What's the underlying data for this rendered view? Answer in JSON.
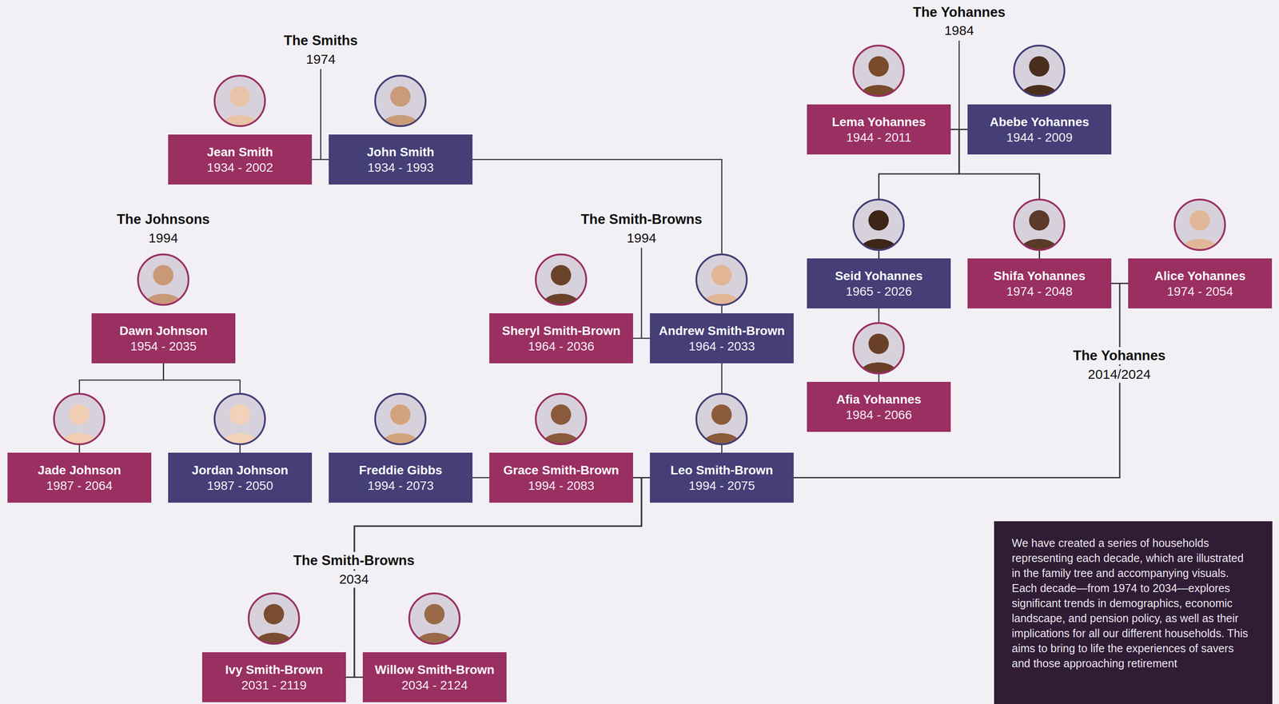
{
  "diagram": {
    "nodes": [
      {
        "text": [
          "Jean Smith",
          "1934 - 2002"
        ]
      },
      {
        "text": [
          "John Smith",
          "1934 - 1993"
        ]
      },
      {
        "text": [
          "Lema Yohannes",
          "1944 - 2011"
        ]
      },
      {
        "text": [
          "Abebe Yohannes",
          "1944 - 2009"
        ]
      },
      {
        "text": [
          "Seid Yohannes",
          "1965 - 2026"
        ]
      },
      {
        "text": [
          "Shifa Yohannes",
          "1974 - 2048"
        ]
      },
      {
        "text": [
          "Alice Yohannes",
          "1974 - 2054"
        ]
      },
      {
        "text": [
          "Dawn Johnson",
          "1954 - 2035"
        ]
      },
      {
        "text": [
          "Sheryl Smith-Brown",
          "1964 - 2036"
        ]
      },
      {
        "text": [
          "Andrew Smith-Brown",
          "1964 - 2033"
        ]
      },
      {
        "text": [
          "Afia Yohannes",
          "1984 - 2066"
        ]
      },
      {
        "text": [
          "Jade Johnson",
          "1987 - 2064"
        ]
      },
      {
        "text": [
          "Jordan Johnson",
          "1987 - 2050"
        ]
      },
      {
        "text": [
          "Freddie Gibbs",
          "1994 - 2073"
        ]
      },
      {
        "text": [
          "Grace Smith-Brown",
          "1994 - 2083"
        ]
      },
      {
        "text": [
          "Leo Smith-Brown",
          "1994 - 2075"
        ]
      },
      {
        "text": [
          "Ivy Smith-Brown",
          "2031 - 2119"
        ]
      },
      {
        "text": [
          "Willow Smith-Brown",
          "2034 - 2124"
        ]
      },
      {
        "text": [
          "We have created a series of households representing each decade, which are illustrated in the family tree and accompanying visuals. Each decade—from 1974 to 2034—explores significant trends in demographics, economic landscape, and pension policy, as well as their implications for all our different households. This aims to bring to life the experiences of savers and those approaching retirement"
        ]
      }
    ],
    "edges": [
      {
        "from": 0,
        "to": 1,
        "arrow": "none"
      },
      {
        "from": 1,
        "to": 9,
        "arrow": "none"
      },
      {
        "from": 2,
        "to": 3,
        "arrow": "none"
      },
      {
        "from": 2,
        "to": 4,
        "arrow": "none"
      },
      {
        "from": 3,
        "to": 4,
        "arrow": "none"
      },
      {
        "from": 2,
        "to": 5,
        "arrow": "none"
      },
      {
        "from": 3,
        "to": 5,
        "arrow": "none"
      },
      {
        "from": 5,
        "to": 6,
        "arrow": "none"
      },
      {
        "from": 4,
        "to": 10,
        "arrow": "none"
      },
      {
        "from": 7,
        "to": 11,
        "arrow": "none"
      },
      {
        "from": 7,
        "to": 12,
        "arrow": "none"
      },
      {
        "from": 8,
        "to": 9,
        "arrow": "none"
      },
      {
        "from": 9,
        "to": 15,
        "arrow": "none"
      },
      {
        "from": 5,
        "to": 15,
        "arrow": "none"
      },
      {
        "from": 6,
        "to": 15,
        "arrow": "none"
      },
      {
        "from": 13,
        "to": 14,
        "arrow": "none"
      },
      {
        "from": 14,
        "to": 15,
        "arrow": "none"
      },
      {
        "from": 14,
        "to": 16,
        "arrow": "none"
      },
      {
        "from": 14,
        "to": 17,
        "arrow": "none"
      },
      {
        "from": 15,
        "to": 16,
        "arrow": "none"
      },
      {
        "from": 15,
        "to": 17,
        "arrow": "none"
      }
    ],
    "labels": [
      "The Smiths",
      "1974",
      "The Yohannes",
      "1984",
      "The Johnsons",
      "1994",
      "The Smith-Browns",
      "1994",
      "The Yohannes",
      "2014/2024",
      "The Smith-Browns",
      "2034"
    ]
  }
}
